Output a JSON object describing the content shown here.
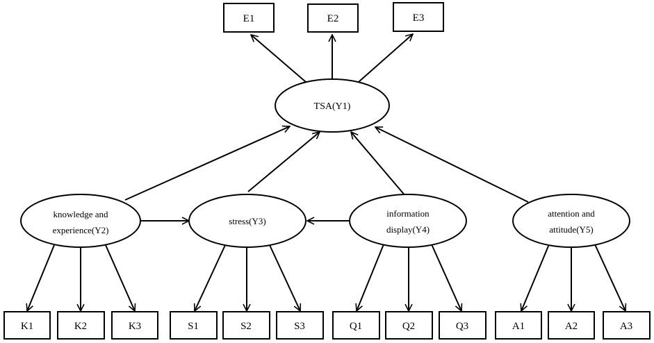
{
  "diagram": {
    "indicators_top": [
      "E1",
      "E2",
      "E3"
    ],
    "constructs": {
      "y1": "TSA(Y1)",
      "y2_line1": "knowledge and",
      "y2_line2": "experience(Y2)",
      "y3": "stress(Y3)",
      "y4_line1": "information",
      "y4_line2": "display(Y4)",
      "y5_line1": "attention and",
      "y5_line2": "attitude(Y5)"
    },
    "indicators_bottom": [
      "K1",
      "K2",
      "K3",
      "S1",
      "S2",
      "S3",
      "Q1",
      "Q2",
      "Q3",
      "A1",
      "A2",
      "A3"
    ]
  }
}
